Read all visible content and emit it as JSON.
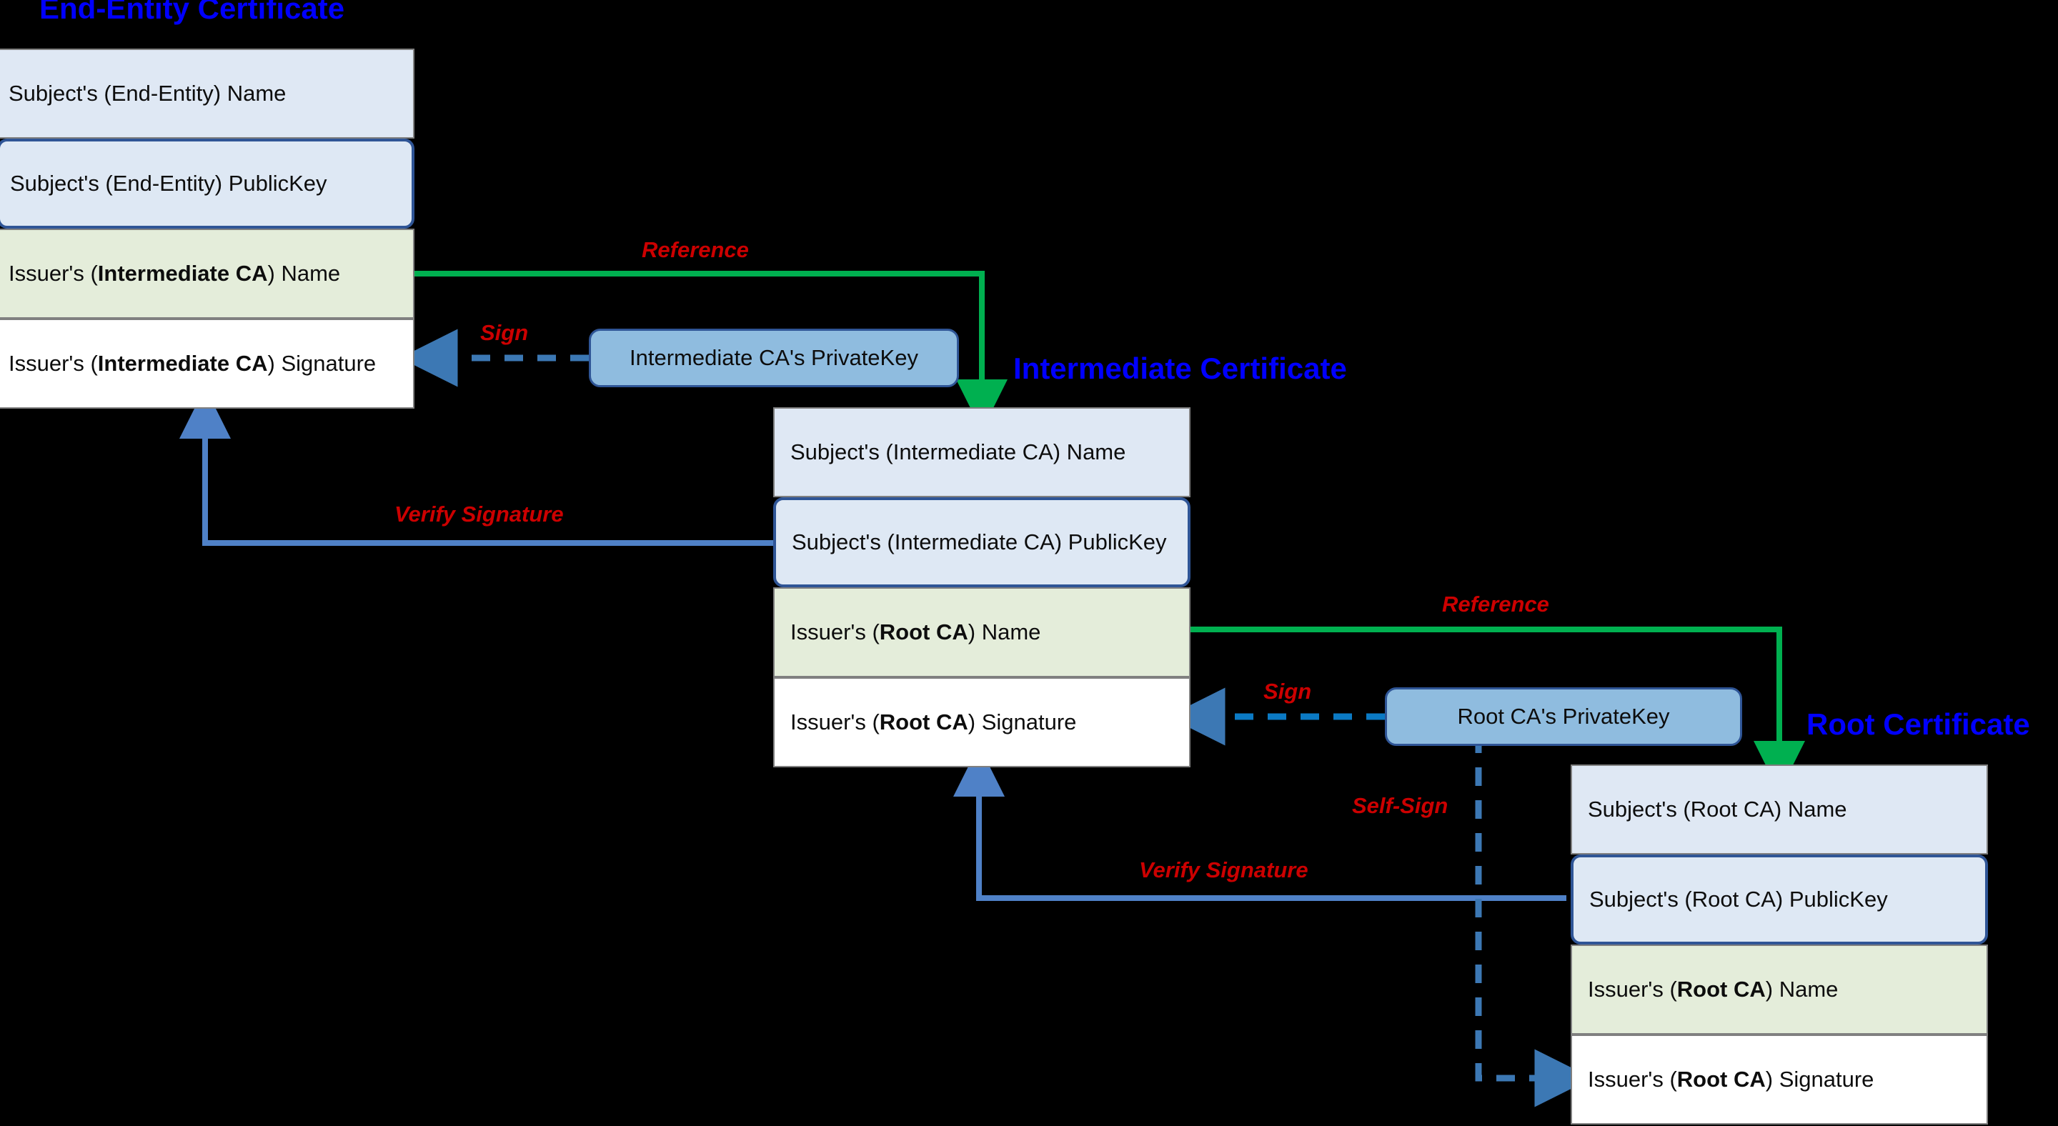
{
  "diagram": {
    "title_color": "#0000ff",
    "label_color": "#cc0000",
    "reference_edge_color": "#00b050",
    "sign_edge_color": "#3c78b4",
    "verify_edge_color": "#4f81c7"
  },
  "certificates": [
    {
      "id": "end-entity",
      "title": "End-Entity Certificate",
      "rows": [
        {
          "kind": "name",
          "text": "Subject's (End-Entity) Name"
        },
        {
          "kind": "pubkey",
          "text": "Subject's (End-Entity) PublicKey"
        },
        {
          "kind": "issuer",
          "prefix": "Issuer's (",
          "strong": "Intermediate CA",
          "suffix": ") Name"
        },
        {
          "kind": "sig",
          "prefix": "Issuer's (",
          "strong": "Intermediate CA",
          "suffix": ") Signature"
        }
      ]
    },
    {
      "id": "intermediate",
      "title": "Intermediate Certificate",
      "rows": [
        {
          "kind": "name",
          "text": "Subject's (Intermediate CA) Name"
        },
        {
          "kind": "pubkey",
          "text": "Subject's (Intermediate CA) PublicKey"
        },
        {
          "kind": "issuer",
          "prefix": "Issuer's (",
          "strong": "Root CA",
          "suffix": ") Name"
        },
        {
          "kind": "sig",
          "prefix": "Issuer's (",
          "strong": "Root CA",
          "suffix": ") Signature"
        }
      ]
    },
    {
      "id": "root",
      "title": "Root Certificate",
      "rows": [
        {
          "kind": "name",
          "text": "Subject's (Root CA) Name"
        },
        {
          "kind": "pubkey",
          "text": "Subject's (Root CA) PublicKey"
        },
        {
          "kind": "issuer",
          "prefix": "Issuer's (",
          "strong": "Root CA",
          "suffix": ") Name"
        },
        {
          "kind": "sig",
          "prefix": "Issuer's (",
          "strong": "Root CA",
          "suffix": ") Signature"
        }
      ]
    }
  ],
  "private_keys": [
    {
      "id": "intermediate-privatekey",
      "label": "Intermediate CA's PrivateKey"
    },
    {
      "id": "root-privatekey",
      "label": "Root CA's PrivateKey"
    }
  ],
  "edge_labels": {
    "reference_top": "Reference",
    "reference_bottom": "Reference",
    "sign_intermediate": "Sign",
    "sign_root": "Sign",
    "verify_top": "Verify Signature",
    "verify_bottom": "Verify Signature",
    "self_sign": "Self-Sign"
  }
}
